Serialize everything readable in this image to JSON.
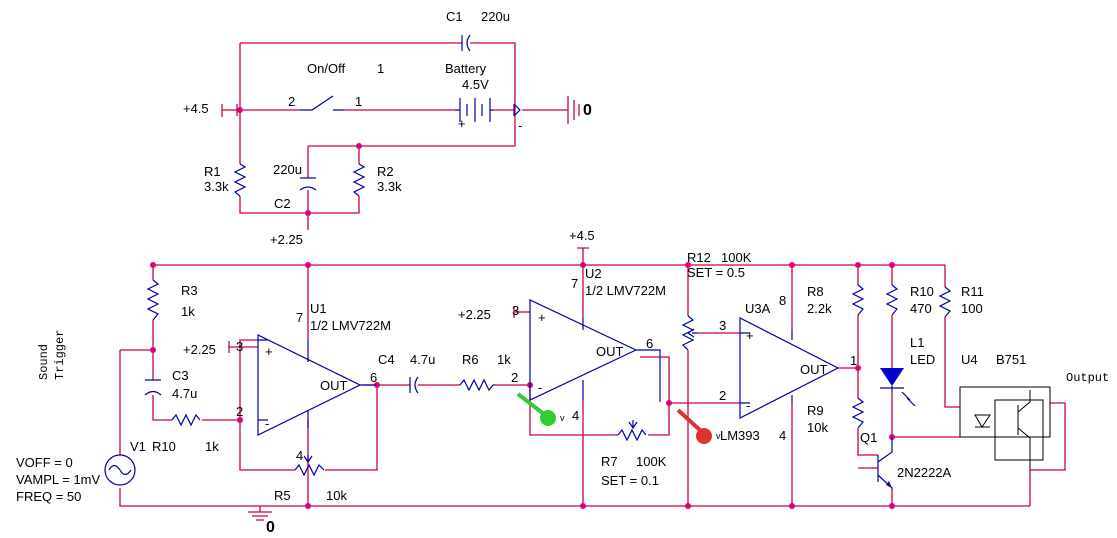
{
  "battery_section": {
    "c1_ref": "C1",
    "c1_val": "220u",
    "switch_name": "On/Off",
    "switch_pin": "1",
    "switch_pin2": "2",
    "switch_pin1": "1",
    "battery_name": "Battery",
    "battery_val": "4.5V",
    "batt_plus": "+",
    "batt_minus": "-",
    "gnd_label": "0",
    "vplus_label": "+4.5",
    "r1_ref": "R1",
    "r1_val": "3.3k",
    "r2_ref": "R2",
    "r2_val": "3.3k",
    "c2_val": "220u",
    "c2_ref": "C2",
    "vhalf_label": "+2.25"
  },
  "main_circuit": {
    "top_rail_label": "+4.5",
    "sound_trigger": "Sound\nTrigger",
    "r3_ref": "R3",
    "r3_val": "1k",
    "c3_ref": "C3",
    "c3_val": "4.7u",
    "v1_ref": "V1",
    "r10a_ref": "R10",
    "r10a_val": "1k",
    "voff": "VOFF = 0",
    "vampl": "VAMPL = 1mV",
    "freq": "FREQ = 50",
    "u1_ref": "U1",
    "u1_part": "1/2 LMV722M",
    "u1_pin7": "7",
    "u1_in_label": "+2.25",
    "u1_pin3": "3",
    "u1_pin2": "2",
    "u1_pin4": "4",
    "u1_pin6": "6",
    "u1_out": "OUT",
    "r5_ref": "R5",
    "r5_val": "10k",
    "c4_ref": "C4",
    "c4_val": "4.7u",
    "r6_ref": "R6",
    "r6_val": "1k",
    "u2_ref": "U2",
    "u2_part": "1/2 LMV722M",
    "u2_pin7": "7",
    "u2_in_label": "+2.25",
    "u2_pin3": "3",
    "u2_pin2": "2",
    "u2_pin4": "4",
    "u2_pin6": "6",
    "u2_out": "OUT",
    "r7_ref": "R7",
    "r7_val": "100K",
    "r7_set": "SET = 0.1",
    "r12_ref": "R12",
    "r12_val": "100K",
    "r12_set": "SET = 0.5",
    "u3_ref": "U3A",
    "u3_part": "LM393",
    "u3_pin8": "8",
    "u3_pin3": "3",
    "u3_pin2": "2",
    "u3_pin4": "4",
    "u3_pin1": "1",
    "u3_out": "OUT",
    "r8_ref": "R8",
    "r8_val": "2.2k",
    "r9_ref": "R9",
    "r9_val": "10k",
    "r10_ref": "R10",
    "r10_val": "470",
    "r11_ref": "R11",
    "r11_val": "100",
    "l1_ref": "L1",
    "l1_val": "LED",
    "q1_ref": "Q1",
    "q1_part": "2N2222A",
    "u4_ref": "U4",
    "u4_part": "B751",
    "output_label": "Output",
    "gnd_label": "0",
    "probe_v": "v",
    "plus": "+",
    "minus": "-"
  },
  "colors": {
    "wire": "#cc0044",
    "part": "#0000aa",
    "junction": "#e0007a",
    "probe_green": "#33cc33",
    "probe_red": "#dd3333"
  }
}
